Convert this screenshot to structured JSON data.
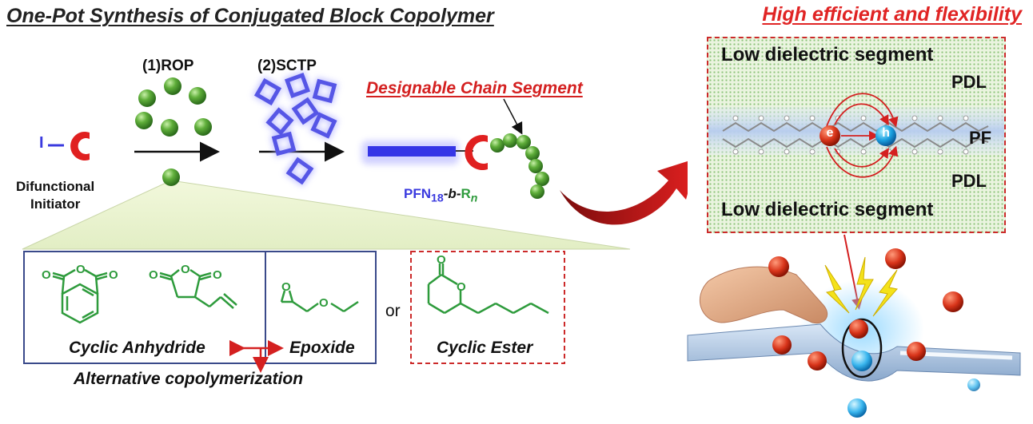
{
  "left_panel": {
    "title": "One-Pot Synthesis of Conjugated Block Copolymer",
    "step1_label": "(1)ROP",
    "step2_label": "(2)SCTP",
    "initiator_atom": "I",
    "initiator_label_line1": "Difunctional",
    "initiator_label_line2": "Initiator",
    "designable_label": "Designable Chain Segment",
    "polymer_label": {
      "prefix": "PFN",
      "subscript": "18",
      "dash1": "-",
      "block": "b",
      "dash2": "-",
      "r": "R",
      "r_subscript": "n"
    },
    "monomers": {
      "anhydride_label": "Cyclic Anhydride",
      "epoxide_label": "Epoxide",
      "or_label": "or",
      "ester_label": "Cyclic Ester",
      "alt_label": "Alternative copolymerization"
    }
  },
  "right_panel": {
    "title": "High efficient and flexibility",
    "top_segment": "Low dielectric segment",
    "top_pdl": "PDL",
    "pf_label": "PF",
    "electron_symbol": "e",
    "hole_symbol": "h",
    "bottom_pdl": "PDL",
    "bottom_segment": "Low dielectric segment"
  },
  "colors": {
    "title_red": "#e02424",
    "monomer_green": "#2e9b3c",
    "box_navy": "#3a4a8a",
    "pfn_blue": "#3a3adf",
    "initiator_red": "#d42020"
  }
}
